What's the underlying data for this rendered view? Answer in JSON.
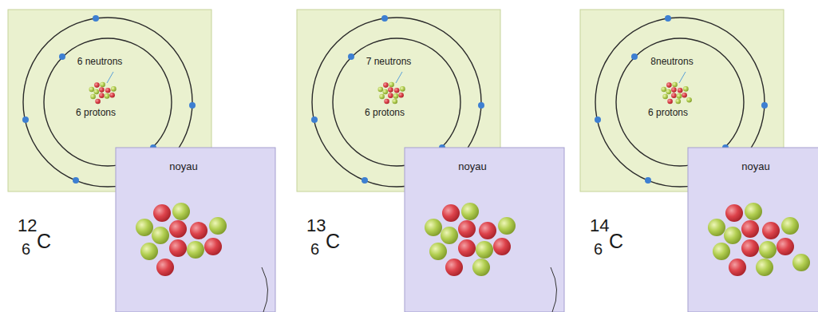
{
  "diagram": {
    "nodes": [
      {
        "text": [
          "6 neutrons",
          "6 protons"
        ]
      },
      {
        "text": [
          "noyau"
        ]
      },
      {
        "text": [
          "7 neutrons",
          "6 protons"
        ]
      },
      {
        "text": [
          "noyau"
        ]
      },
      {
        "text": [
          "8neutrons",
          "6 protons"
        ]
      },
      {
        "text": [
          "noyau"
        ]
      }
    ],
    "labels": [
      "12",
      "6",
      "C",
      "13",
      "6",
      "C",
      "14",
      "6",
      "C"
    ]
  }
}
